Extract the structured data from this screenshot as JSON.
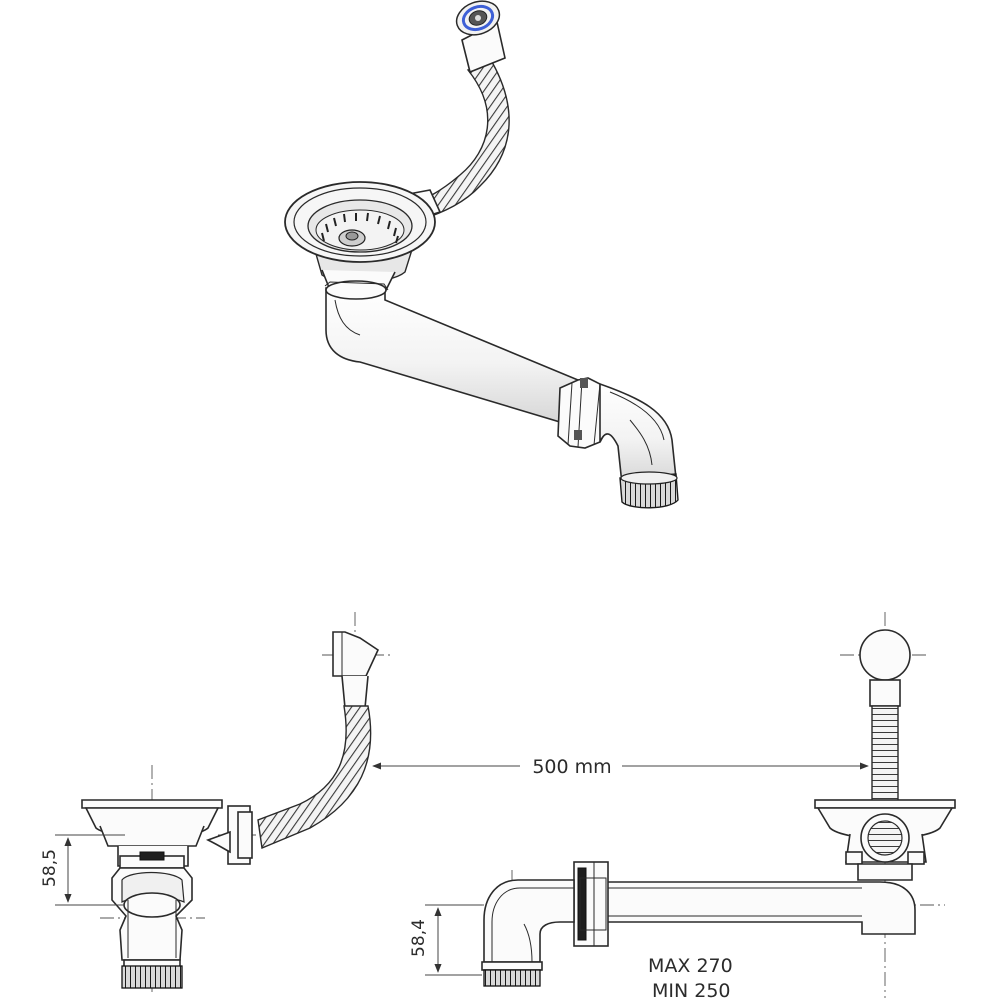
{
  "dimensions": {
    "width_label": "500 mm",
    "left_height_label": "58,5",
    "right_height_label": "58,4",
    "max_label": "MAX 270",
    "min_label": "MIN 250"
  },
  "colors": {
    "line": "#2a2a2a",
    "overflow_ring_accent": "#3d5fd6",
    "background": "#ffffff"
  }
}
